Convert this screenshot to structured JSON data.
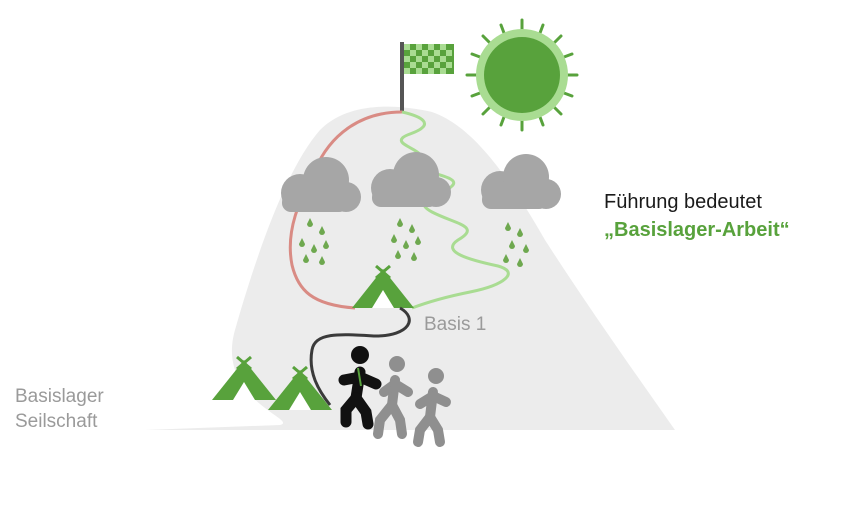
{
  "labels": {
    "basis": "Basis 1",
    "basislager_line1": "Basislager",
    "basislager_line2": "Seilschaft",
    "headline_line1": "Führung bedeutet",
    "headline_line2": "„Basislager-Arbeit“"
  },
  "colors": {
    "mountain": "#ececec",
    "green": "#58a23c",
    "light_green": "#a9dc92",
    "red_path": "#d98b84",
    "cloud": "#a6a6a6",
    "raindrop": "#6ea84f",
    "rope": "#3a3a3a",
    "climber_lead": "#111111",
    "climber_follow": "#8f8f8f",
    "label_grey": "#9a9a9a"
  },
  "icons": [
    "sun-icon",
    "checkered-flag-icon",
    "cloud-icon",
    "raindrop-icon",
    "tent-icon",
    "climber-icon"
  ]
}
